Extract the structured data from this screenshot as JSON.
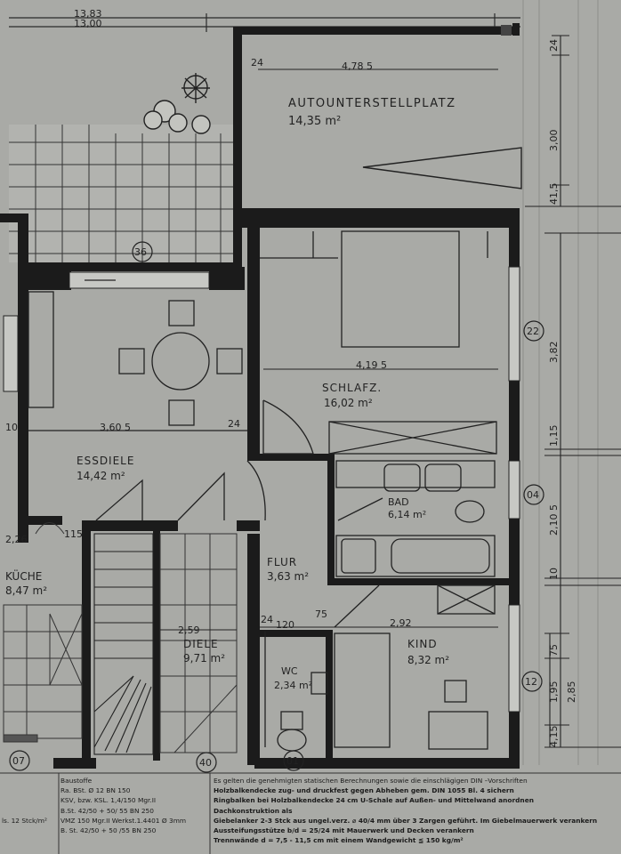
{
  "rooms": {
    "carport": {
      "name": "AUTOUNTERSTELLPLATZ",
      "area": "14,35 m²"
    },
    "bedroom": {
      "name": "SCHLAFZ.",
      "area": "16,02 m²"
    },
    "dining_hall": {
      "name": "ESSDIELE",
      "area": "14,42 m²"
    },
    "bath": {
      "name": "BAD",
      "area": "6,14 m²"
    },
    "kitchen": {
      "name": "KÜCHE",
      "area": "8,47 m²"
    },
    "hall": {
      "name": "FLUR",
      "area": "3,63 m²"
    },
    "entry": {
      "name": "DIELE",
      "area": "9,71 m²"
    },
    "wc": {
      "name": "WC",
      "area": "2,34 m²"
    },
    "child": {
      "name": "KIND",
      "area": "8,32 m²"
    }
  },
  "dimensions": {
    "top_outer": "13,83",
    "top_inner": "13,00",
    "carport_wall": "24",
    "carport_width": "4,78 5",
    "right_24": "24",
    "right_300": "3,00",
    "right_415": "41,5",
    "bedroom_width": "4,19 5",
    "right_382": "3,82",
    "dining_width": "3,60 5",
    "dining_24": "24",
    "left_10": "10",
    "right_115": "1,15",
    "right_2105": "2,10 5",
    "left_226": "2,26",
    "left_115": "115",
    "right_10": "10",
    "entry_259": "2,59",
    "hall_24": "24",
    "hall_120": "120",
    "hall_75": "75",
    "child_292": "2,92",
    "right_75": "75",
    "right_195": "1,95",
    "right_285": "2,85",
    "right_415b": "4,15"
  },
  "markers": {
    "m36": "36",
    "m22": "22",
    "m04": "04",
    "m12": "12",
    "m07": "07",
    "m40": "40",
    "m01": "01"
  },
  "notes": {
    "left": [
      "Baustoffe",
      "Ra. BSt. Ø 12 BN    150",
      "KSV, bzw. KSL.    1,4/150 Mgr.II",
      "B.St. 42/50 + 50/ 55 BN 250",
      "VMZ 150 Mgr.II    Werkst.1.4401 Ø 3mm",
      "B. St. 42/50 + 50  /55 BN 250"
    ],
    "left_lead": "ls. 12 Stck/m²",
    "right": [
      "Es gelten die genehmigten statischen Berechnungen sowie die einschlägigen DIN –Vorschriften",
      "Holzbalkendecke  zug- und druckfest gegen Abheben gem. DIN 1055 Bl. 4 sichern",
      "Ringbalken bei Holzbalkendecke 24 cm U-Schale auf Außen- und Mittelwand anordnen",
      "Dachkonstruktion als",
      "Giebelanker 2-3 Stck aus ungel.verz. ⌀ 40/4 mm über 3 Zargen geführt. Im Giebelmauerwerk verankern",
      "Aussteifungsstütze b/d = 25/24 mit Mauerwerk und Decken verankern",
      "Trennwände  d = 7,5 - 11,5 cm mit einem Wandgewicht ≦ 150 kg/m²"
    ]
  }
}
